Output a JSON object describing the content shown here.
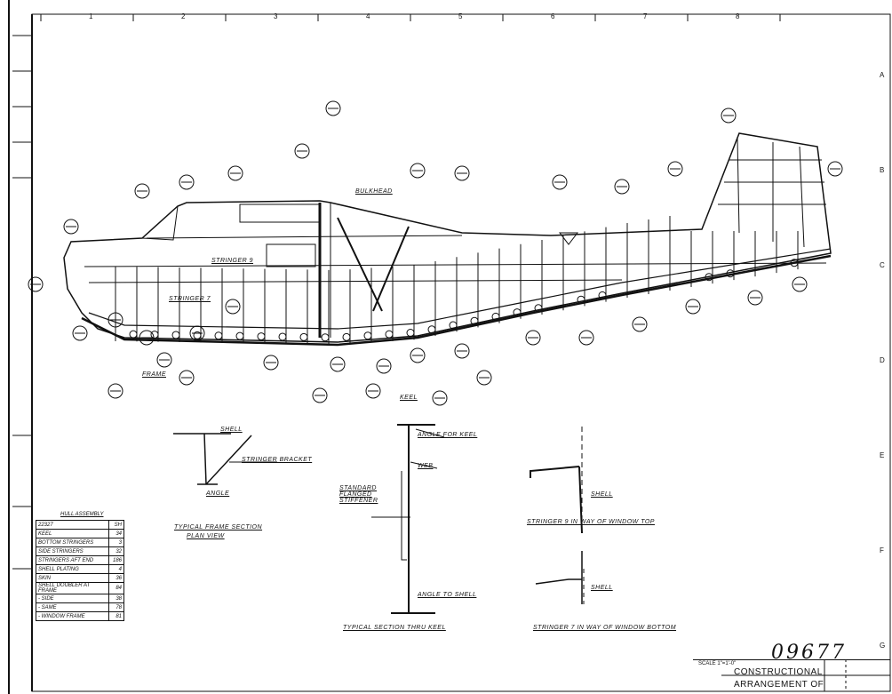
{
  "drawing": {
    "title_line1": "CONSTRUCTIONAL",
    "title_line2": "ARRANGEMENT OF",
    "drawing_number": "09677",
    "scale_note": "SCALE 1\"=1'-0\""
  },
  "grid": {
    "columns": [
      "1",
      "2",
      "3",
      "4",
      "5",
      "6",
      "7",
      "8"
    ],
    "rows": [
      "A",
      "B",
      "C",
      "D",
      "E",
      "F",
      "G"
    ]
  },
  "legend": {
    "title": "HULL ASSEMBLY",
    "rows": [
      {
        "item": "22327",
        "no": "SH"
      },
      {
        "item": "KEEL",
        "no": "34"
      },
      {
        "item": "BOTTOM STRINGERS",
        "no": "3"
      },
      {
        "item": "SIDE STRINGERS",
        "no": "32"
      },
      {
        "item": "STRINGERS AFT END",
        "no": "186"
      },
      {
        "item": "SHELL PLATING",
        "no": "4"
      },
      {
        "item": "SKIN",
        "no": "36"
      },
      {
        "item": "SHELL DOUBLER AT FRAME",
        "no": "84"
      },
      {
        "item": "- SIDE",
        "no": "38"
      },
      {
        "item": "- SAME",
        "no": "78"
      },
      {
        "item": "- WINDOW FRAME",
        "no": "81"
      }
    ]
  },
  "sections": {
    "frame_title": "TYPICAL FRAME SECTION",
    "frame_sub": "PLAN VIEW",
    "frame_shell": "SHELL",
    "frame_stringer": "STRINGER BRACKET",
    "frame_angle": "ANGLE",
    "keel_title": "TYPICAL SECTION THRU KEEL",
    "keel_top": "ANGLE FOR KEEL",
    "keel_web": "WEB",
    "keel_stiffener": "STANDARD FLANGED STIFFENER",
    "keel_bottom": "ANGLE TO SHELL",
    "stringer9_title": "STRINGER 9 IN WAY OF WINDOW TOP",
    "stringer7_title": "STRINGER 7 IN WAY OF WINDOW BOTTOM",
    "shell": "SHELL"
  },
  "main_view": {
    "callouts": [
      "STRINGER 7",
      "STRINGER 9",
      "KEEL",
      "BULKHEAD",
      "FRAME"
    ]
  }
}
